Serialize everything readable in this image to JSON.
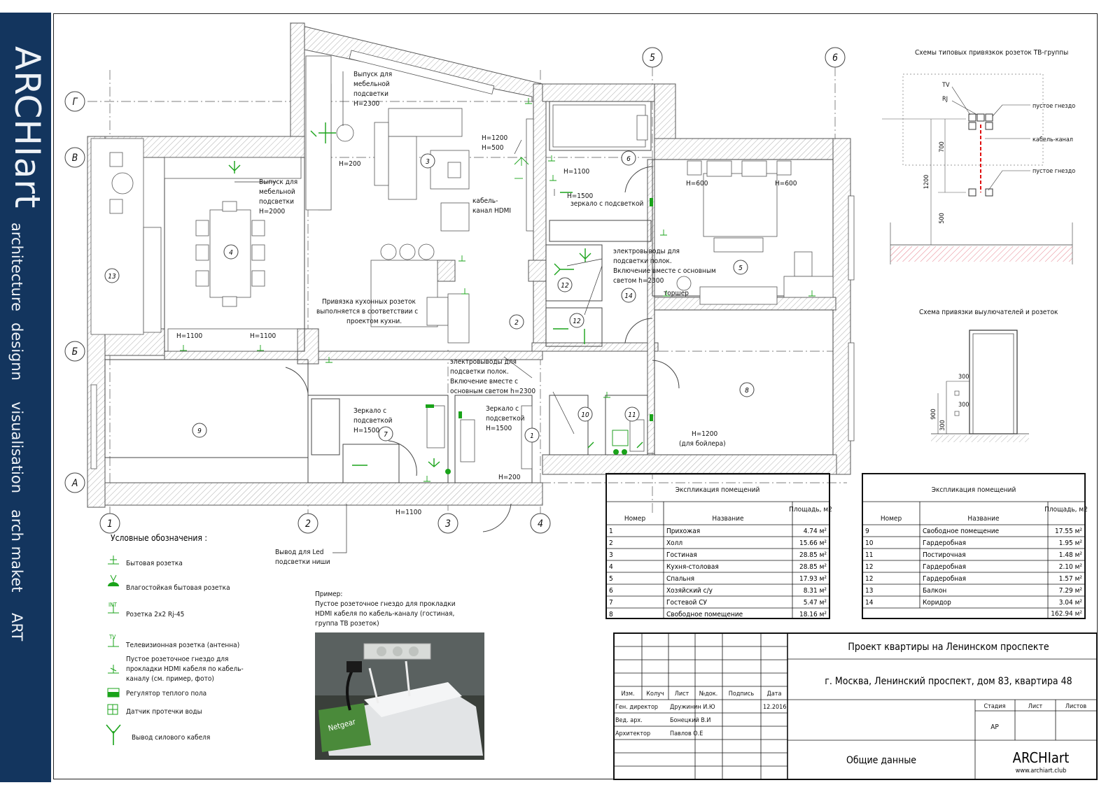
{
  "brand": {
    "logo": "ARCHIart",
    "tagline": [
      "architecture",
      "designn",
      "visualisation",
      "arch maket",
      "ART"
    ]
  },
  "axes_letters": [
    "Г",
    "В",
    "Б",
    "А"
  ],
  "axes_numbers": [
    "1",
    "2",
    "3",
    "4",
    "5",
    "6"
  ],
  "room_numbers": [
    "1",
    "2",
    "3",
    "4",
    "5",
    "6",
    "7",
    "8",
    "9",
    "10",
    "11",
    "12",
    "12",
    "13",
    "14"
  ],
  "notes": {
    "furniture_light_1": [
      "Выпуск для",
      "мебельной",
      "подсветки",
      "H=2300"
    ],
    "furniture_light_2": [
      "Выпуск для",
      "мебельной",
      "подсветки",
      "H=2000"
    ],
    "h200_a": "H=200",
    "h1200_h500": [
      "H=1200",
      "H=500"
    ],
    "hdmi_channel": [
      "кабель-",
      "канал HDMI"
    ],
    "h1100_a": "H=1100",
    "h1500_mirror": [
      "H=1500",
      "зеркало с подсветкой"
    ],
    "h600_left": "H=600",
    "h600_right": "H=600",
    "shelf_light_14": [
      "электровыводы  для",
      "подсветки полок.",
      "Включение вместе с основным",
      "светом h=2300"
    ],
    "torsher": "торшер",
    "kitchen_note": [
      "Привязка кухонных розеток",
      "выполняется в соответствии с",
      "проектом кухни."
    ],
    "h1100_b": "H=1100",
    "h1100_c": "H=1100",
    "shelf_light_2": [
      "электровыводы  для",
      "подсветки полок.",
      "Включение вместе с",
      "основным  светом h=2300"
    ],
    "mirror_7": [
      "Зеркало с",
      "подсветкой",
      "H=1500"
    ],
    "mirror_1": [
      "Зеркало с",
      "подсветкой",
      "H=1500"
    ],
    "h200_b": "H=200",
    "h1100_d": "H=1100",
    "boiler": [
      "H=1200",
      "(для бойлера)"
    ],
    "led_niche": [
      "Вывод для Led",
      "подсветки ниши"
    ]
  },
  "tv_scheme": {
    "title": "Схемы типовых привязкок розеток ТВ-группы",
    "labels": [
      "TV",
      "RJ",
      "пустое гнездо",
      "кабель-канал",
      "пустое гнездо"
    ],
    "dims": [
      "700",
      "1200",
      "500"
    ]
  },
  "switch_scheme": {
    "title": "Схема привязки выулючателей и розеток",
    "dims": [
      "300",
      "300",
      "900",
      "300"
    ]
  },
  "legend": {
    "title": "Условные обозначения :",
    "items": [
      {
        "icon": "socket-icon",
        "label": "Бытовая розетка"
      },
      {
        "icon": "waterproof-socket-icon",
        "label": "Влагостойкая бытовая розетка"
      },
      {
        "icon": "rj45-socket-icon",
        "label": "Розетка 2x2 Rj-45",
        "glyph": "INT"
      },
      {
        "icon": "tv-socket-icon",
        "label": "Телевизионная розетка (антенна)",
        "glyph": "TV"
      },
      {
        "icon": "empty-socket-icon",
        "label": [
          "Пустое розеточное гнездо для",
          "прокладки HDMI кабеля по кабель-",
          "каналу (см. пример, фото)"
        ]
      },
      {
        "icon": "floor-heating-icon",
        "label": "Регулятор теплого пола"
      },
      {
        "icon": "leak-sensor-icon",
        "label": "Датчик протечки воды"
      },
      {
        "icon": "power-cable-icon",
        "label": "Вывод силового кабеля"
      }
    ]
  },
  "example": {
    "caption": [
      "Пример:",
      "Пустое розеточное гнездо для прокладки",
      "HDMI кабеля по кабель-каналу (гостиная,",
      "группа ТВ розеток)"
    ],
    "photo_text": "Netgear"
  },
  "explication_1": {
    "title": "Экспликация помещений",
    "headers": [
      "Номер",
      "Название",
      "Площадь, м2"
    ],
    "rows": [
      [
        "1",
        "Прихожая",
        "4.74 м²"
      ],
      [
        "2",
        "Холл",
        "15.66 м²"
      ],
      [
        "3",
        "Гостиная",
        "28.85 м²"
      ],
      [
        "4",
        "Кухня-столовая",
        "28.85 м²"
      ],
      [
        "5",
        "Спальня",
        "17.93 м²"
      ],
      [
        "6",
        "Хозяйский с/у",
        "8.31 м²"
      ],
      [
        "7",
        "Гостевой СУ",
        "5.47 м²"
      ],
      [
        "8",
        "Свободное помещение",
        "18.16 м²"
      ]
    ]
  },
  "explication_2": {
    "title": "Экспликация помещений",
    "headers": [
      "Номер",
      "Название",
      "Площадь, м2"
    ],
    "rows": [
      [
        "9",
        "Свободное помещение",
        "17.55 м²"
      ],
      [
        "10",
        "Гардеробная",
        "1.95 м²"
      ],
      [
        "11",
        "Постирочная",
        "1.48 м²"
      ],
      [
        "12",
        "Гардеробная",
        "2.10 м²"
      ],
      [
        "12",
        "Гардеробная",
        "1.57 м²"
      ],
      [
        "13",
        "Балкон",
        "7.29 м²"
      ],
      [
        "14",
        "Коридор",
        "3.04 м²"
      ]
    ],
    "total": "162.94 м²"
  },
  "title_block": {
    "project": "Проект квартиры на Ленинском проспекте",
    "address": "г. Москва, Ленинский проспект, дом 83, квартира 48",
    "headers": [
      "Изм.",
      "Колуч",
      "Лист",
      "№док.",
      "Подпись",
      "Дата"
    ],
    "people": [
      {
        "role": "Ген. директор",
        "name": "Дружинин И.Ю",
        "date": "12.2016"
      },
      {
        "role": "Вед. арх.",
        "name": "Бонецкий В.И"
      },
      {
        "role": "Архитектор",
        "name": "Павлов О.Е"
      }
    ],
    "stage_headers": [
      "Стадия",
      "Лист",
      "Листов"
    ],
    "stage": "АР",
    "sheet_name": "Общие данные",
    "logo": "ARCHIart",
    "site": "www.archiart.club"
  }
}
